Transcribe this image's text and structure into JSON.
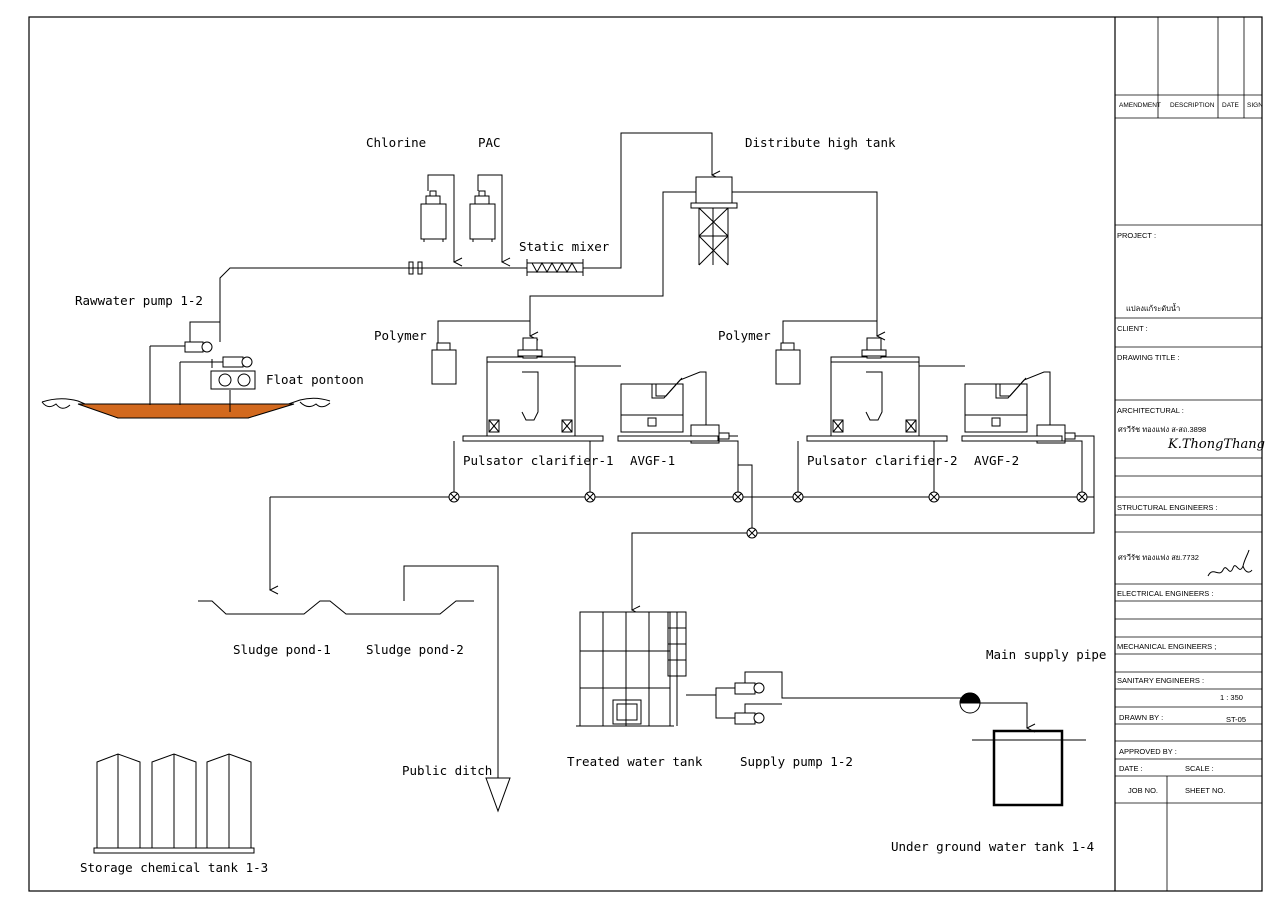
{
  "labels": {
    "chlorine": "Chlorine",
    "pac": "PAC",
    "distribute_high_tank": "Distribute high tank",
    "static_mixer": "Static mixer",
    "rawwater_pump": "Rawwater pump 1-2",
    "float_pontoon": "Float pontoon",
    "polymer_1": "Polymer",
    "polymer_2": "Polymer",
    "pulsator_clarifier_1": "Pulsator clarifier-1",
    "avgf_1": "AVGF-1",
    "pulsator_clarifier_2": "Pulsator clarifier-2",
    "avgf_2": "AVGF-2",
    "sludge_pond_1": "Sludge pond-1",
    "sludge_pond_2": "Sludge pond-2",
    "main_supply_pipe": "Main supply pipe",
    "public_ditch": "Public ditch",
    "treated_water_tank": "Treated water tank",
    "supply_pump": "Supply pump 1-2",
    "storage_chemical_tank": "Storage chemical tank 1-3",
    "underground_water_tank": "Under ground water tank 1-4"
  },
  "title_block": {
    "amendment_header": "AMENDMENT",
    "description_header": "DESCRIPTION",
    "date_header": "DATE",
    "sign_header": "SIGN",
    "project_label": "PROJECT :",
    "project_value": "แปลงแก้ระดับน้ำ",
    "client_label": "CLIENT :",
    "drawing_title_label": "DRAWING TITLE :",
    "architectural_label": "ARCHITECTURAL :",
    "architect_name": "ศรวีรัช ทองแฟง ส-สถ.3898",
    "architect_signature": "K.ThongThang",
    "structural_label": "STRUCTURAL ENGINEERS :",
    "structural_name": "ศรวีรัช ทองแฟง สย.7732",
    "electrical_label": "ELECTRICAL ENGINEERS :",
    "mechanical_label": "MECHANICAL ENGINEERS ;",
    "sanitary_label": "SANITARY ENGINEERS :",
    "scale_value": "1 : 350",
    "drawn_by_label": "DRAWN BY :",
    "drawing_no": "ST-05",
    "approved_by_label": "APPROVED BY :",
    "date_label": "DATE :",
    "scale_label": "SCALE :",
    "job_no_label": "JOB NO.",
    "sheet_no_label": "SHEET NO."
  },
  "colors": {
    "line": "#000000",
    "raw_water": "#d2691e",
    "paper": "#ffffff"
  }
}
